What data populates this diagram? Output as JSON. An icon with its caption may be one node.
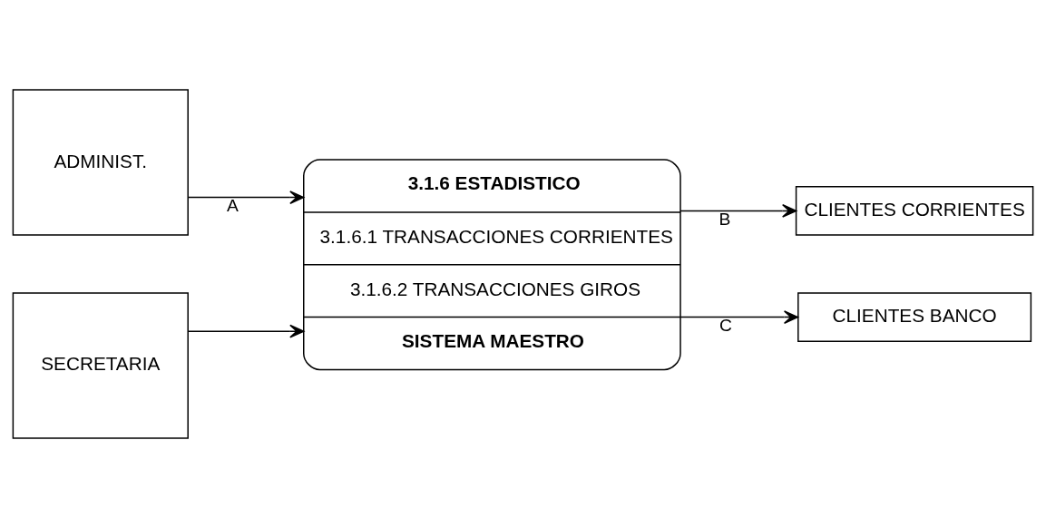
{
  "diagram": {
    "nodes": [
      {
        "text": [
          "ADMINIST."
        ]
      },
      {
        "text": [
          "SECRETARIA"
        ]
      },
      {
        "text": [
          "3.1.6 ESTADISTICO",
          "3.1.6.1 TRANSACCIONES CORRIENTES",
          "3.1.6.2 TRANSACCIONES GIROS",
          "SISTEMA MAESTRO"
        ]
      },
      {
        "text": [
          "CLIENTES CORRIENTES"
        ]
      },
      {
        "text": [
          "CLIENTES BANCO"
        ]
      }
    ],
    "edges": [
      {
        "from": 0,
        "to": 2,
        "arrow": "to",
        "label": "A"
      },
      {
        "from": 1,
        "to": 2,
        "arrow": "to"
      },
      {
        "from": 2,
        "to": 3,
        "arrow": "to",
        "label": "B"
      },
      {
        "from": 2,
        "to": 4,
        "arrow": "to",
        "label": "C"
      }
    ]
  }
}
